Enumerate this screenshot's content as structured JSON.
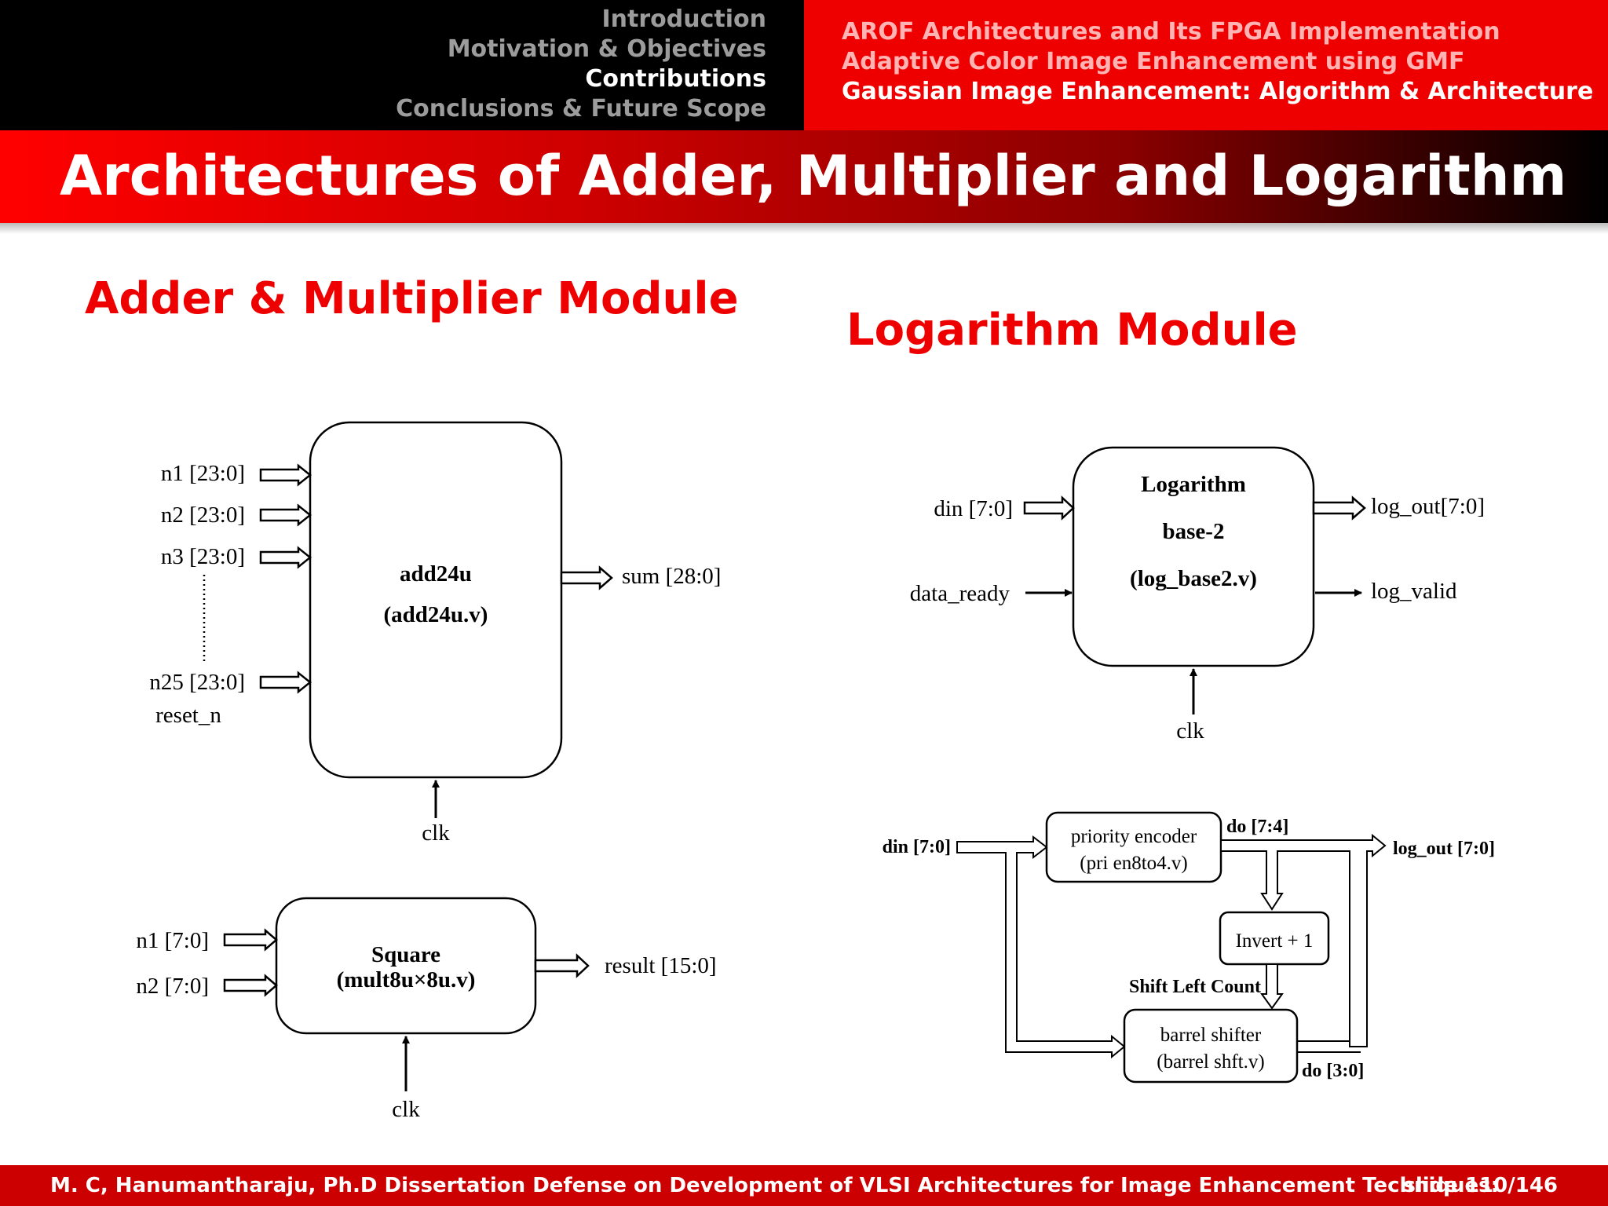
{
  "nav": {
    "sections": [
      "Introduction",
      "Motivation & Objectives",
      "Contributions",
      "Conclusions & Future Scope"
    ],
    "subsections": [
      "AROF Architectures and Its FPGA Implementation",
      "Adaptive Color Image Enhancement using GMF",
      "Gaussian Image Enhancement: Algorithm & Architecture"
    ]
  },
  "title": "Architectures of Adder, Multiplier and Logarithm",
  "left": {
    "heading": "Adder & Multiplier Module",
    "adder": {
      "name": "add24u",
      "file": "(add24u.v)",
      "inputs": [
        "n1 [23:0]",
        "n2 [23:0]",
        "n3 [23:0]",
        "n25 [23:0]"
      ],
      "reset": "reset_n",
      "output": "sum [28:0]",
      "clk": "clk"
    },
    "square": {
      "name": "Square",
      "file": "(mult8u×8u.v)",
      "inputs": [
        "n1 [7:0]",
        "n2 [7:0]"
      ],
      "output": "result [15:0]",
      "clk": "clk"
    }
  },
  "right": {
    "heading": "Logarithm Module",
    "log": {
      "line1": "Logarithm",
      "line2": "base-2",
      "line3": "(log_base2.v)",
      "in_data": "din [7:0]",
      "in_ready": "data_ready",
      "out_data": "log_out[7:0]",
      "out_valid": "log_valid",
      "clk": "clk"
    },
    "internal": {
      "din": "din [7:0]",
      "pe_line1": "priority encoder",
      "pe_line2": "(pri  en8to4.v)",
      "do_hi": "do [7:4]",
      "log_out": "log_out [7:0]",
      "invert": "Invert + 1",
      "shift_count": "Shift Left Count",
      "bs_line1": "barrel shifter",
      "bs_line2": "(barrel  shft.v)",
      "do_lo": "do [3:0]"
    }
  },
  "footer": {
    "text": "M. C, Hanumantharaju, Ph.D Dissertation Defense on Development of VLSI Architectures for Image Enhancement Techniques:",
    "slide": "slide 110/146"
  }
}
